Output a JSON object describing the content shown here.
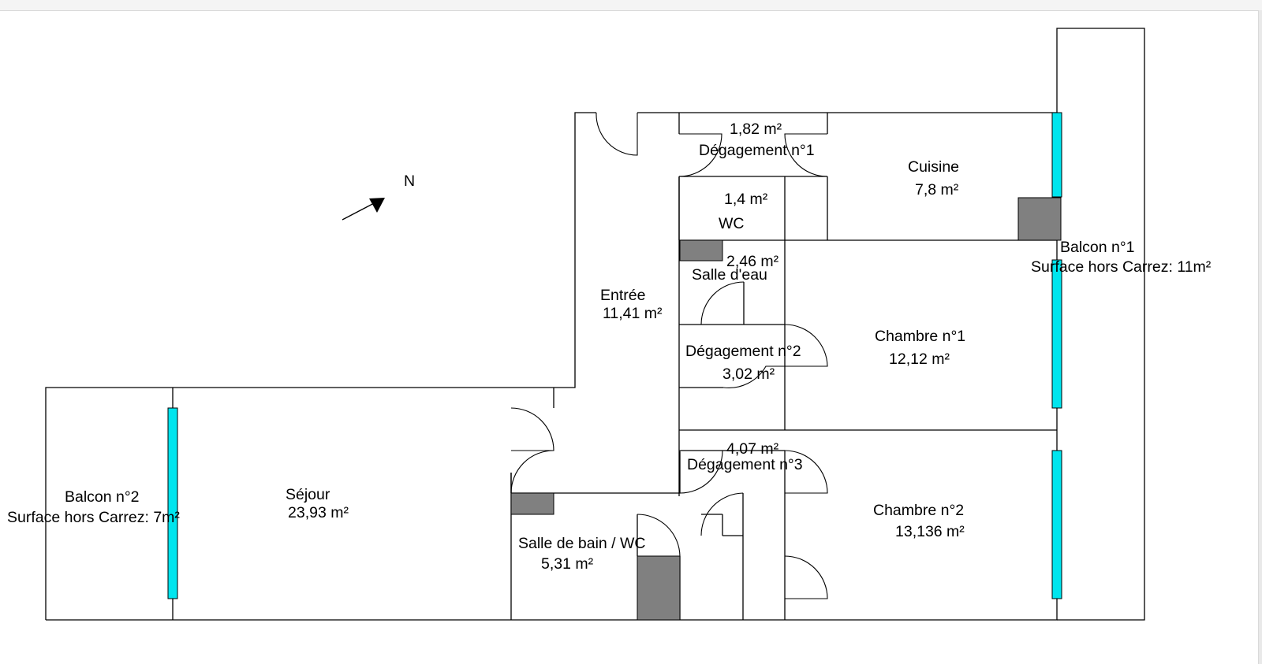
{
  "compass": {
    "label": "N"
  },
  "rooms": {
    "degagement_1": {
      "name": "Dégagement n°1",
      "area": "1,82  m²"
    },
    "cuisine": {
      "name": "Cuisine",
      "area": "7,8  m²"
    },
    "wc": {
      "name": "WC",
      "area": "1,4  m²"
    },
    "salle_eau": {
      "name": "Salle d'eau",
      "area": "2,46  m²"
    },
    "entree": {
      "name": "Entrée",
      "area": "11,41  m²"
    },
    "degagement_2": {
      "name": "Dégagement n°2",
      "area": "3,02  m²"
    },
    "chambre_1": {
      "name": "Chambre n°1",
      "area": "12,12  m²"
    },
    "degagement_3": {
      "name": "Dégagement n°3",
      "area": "4,07  m²"
    },
    "chambre_2": {
      "name": "Chambre n°2",
      "area": "13,136  m²"
    },
    "sejour": {
      "name": "Séjour",
      "area": "23,93  m²"
    },
    "salle_bain_wc": {
      "name": "Salle de bain / WC",
      "area": "5,31  m²"
    },
    "balcon_1": {
      "name": "Balcon n°1",
      "note": "Surface hors Carrez: 11m²"
    },
    "balcon_2": {
      "name": "Balcon n°2",
      "note": "Surface hors Carrez: 7m²"
    }
  },
  "colors": {
    "window": "#00e5ee",
    "duct": "#808080",
    "wall": "#000000",
    "background": "#ffffff"
  }
}
